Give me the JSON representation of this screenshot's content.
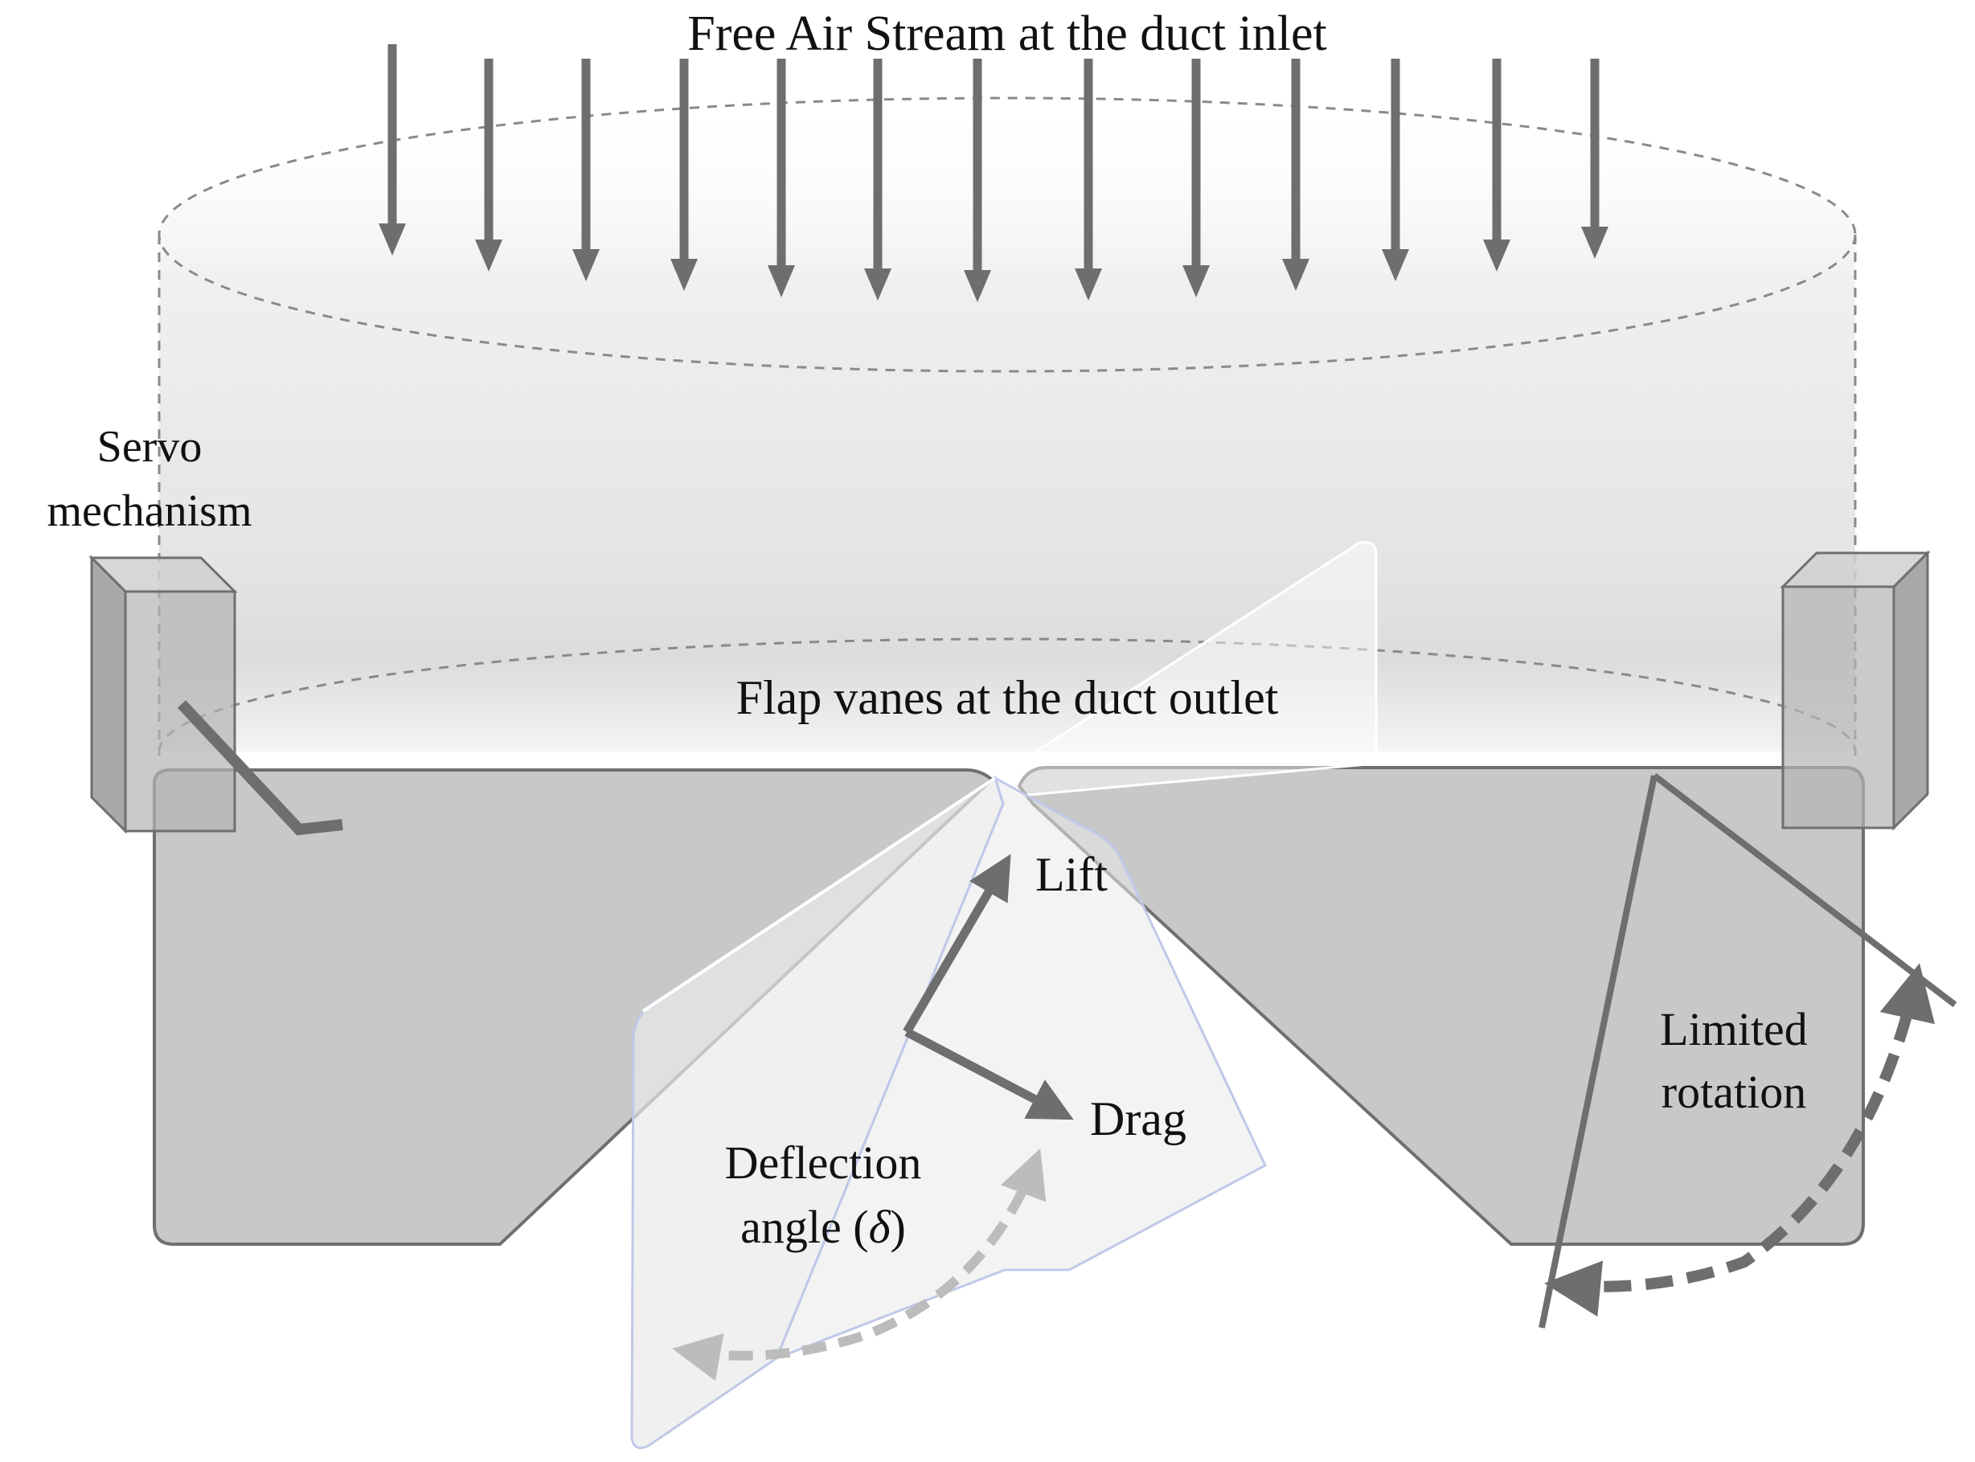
{
  "labels": {
    "inlet": "Free Air Stream at the duct inlet",
    "servo_line1": "Servo",
    "servo_line2": "mechanism",
    "outlet": "Flap vanes at the duct outlet",
    "lift": "Lift",
    "drag": "Drag",
    "deflection_line1": "Deflection",
    "deflection_line2": "angle (",
    "deflection_symbol": "δ",
    "deflection_close": ")",
    "limited_line1": "Limited",
    "limited_line2": "rotation"
  },
  "colors": {
    "arrow": "#6e6e6e",
    "outline": "#6f6f6f",
    "dashed_outline": "#8a8a8a",
    "vane_fill": "#c8c8c8",
    "servo_front": "#b4b4b4",
    "servo_side": "#9a9a9a",
    "servo_top": "#d0d0d0",
    "deflection_arrow": "#bcbcbc",
    "text": "#111111"
  },
  "icons": {
    "flow_arrow": "down-arrow-icon",
    "lift_vector": "lift-arrow-icon",
    "drag_vector": "drag-arrow-icon",
    "deflection": "curved-dashed-arrow-icon",
    "rotation": "curved-dashed-arrow-icon"
  }
}
